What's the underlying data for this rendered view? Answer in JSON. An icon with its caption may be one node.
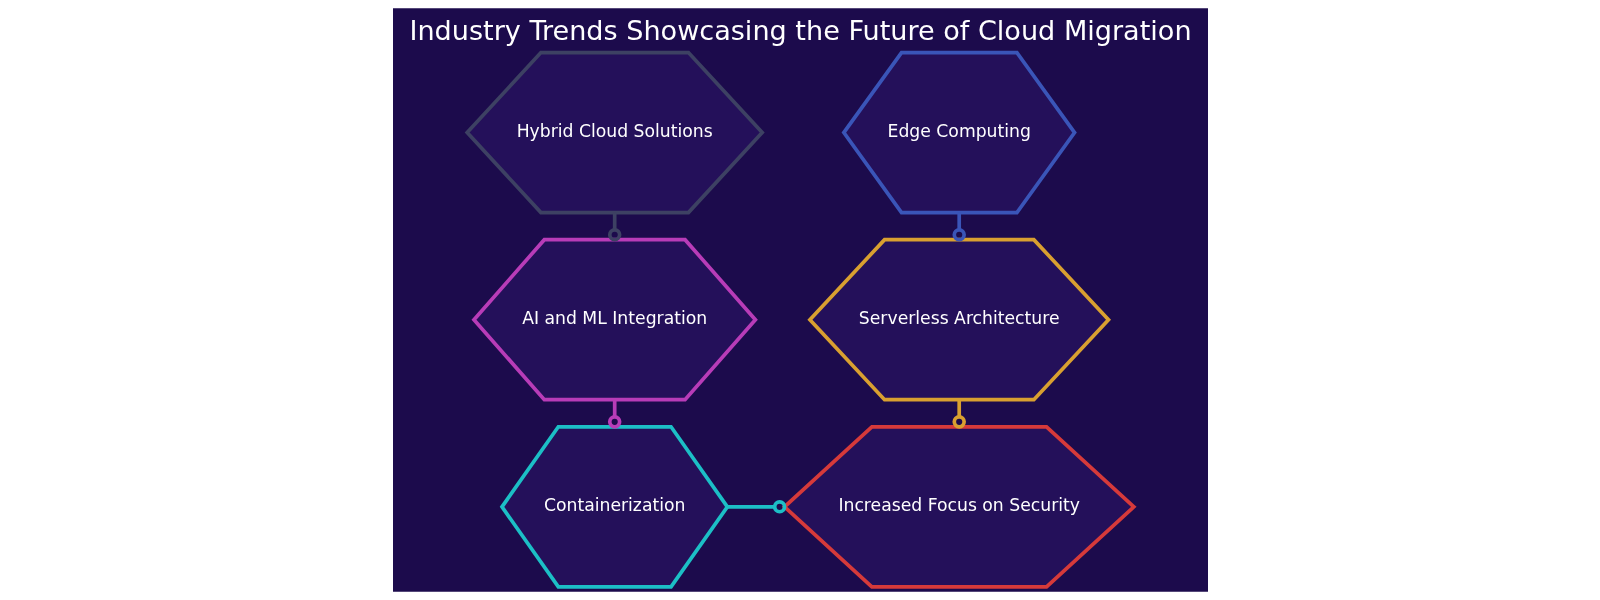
{
  "diagram": {
    "title": "Industry Trends Showcasing the Future of Cloud Migration",
    "nodes": [
      {
        "text": [
          "Hybrid Cloud Solutions"
        ]
      },
      {
        "text": [
          "Edge Computing"
        ]
      },
      {
        "text": [
          "AI and ML Integration"
        ]
      },
      {
        "text": [
          "Serverless Architecture"
        ]
      },
      {
        "text": [
          "Containerization"
        ]
      },
      {
        "text": [
          "Increased Focus on Security"
        ]
      }
    ],
    "edges": [
      {
        "from": 0,
        "to": 2,
        "arrow": "other",
        "color": "#3d4163"
      },
      {
        "from": 1,
        "to": 3,
        "arrow": "other",
        "color": "#3a55b8"
      },
      {
        "from": 2,
        "to": 4,
        "arrow": "other",
        "color": "#b83cb8"
      },
      {
        "from": 3,
        "to": 5,
        "arrow": "other",
        "color": "#d9a030"
      },
      {
        "from": 4,
        "to": 5,
        "arrow": "other",
        "color": "#1cbfc6"
      }
    ]
  }
}
